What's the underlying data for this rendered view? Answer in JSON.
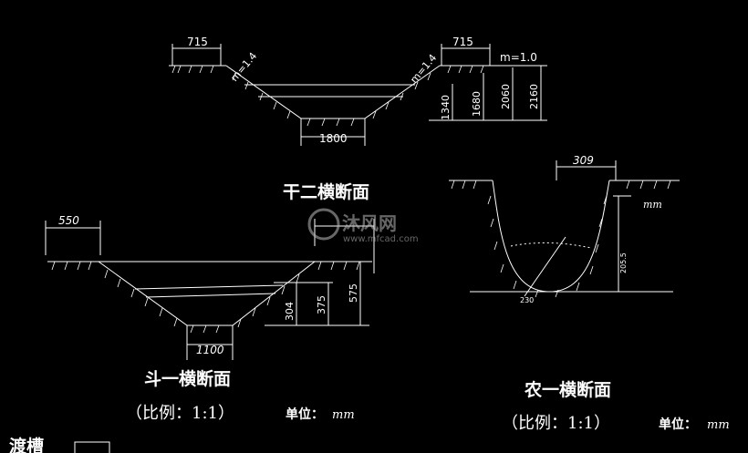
{
  "sections": {
    "gan_er": {
      "title": "干二横断面",
      "dims": {
        "top_left": "715",
        "top_right": "715",
        "bottom": "1800",
        "slope_left": "m=1.4",
        "slope_right": "m=1.4",
        "slope_outer": "m=1.0",
        "d1": "1340",
        "d2": "1680",
        "d3": "2060",
        "d4": "2160"
      }
    },
    "dou_yi": {
      "title": "斗一横断面",
      "scale": "（比例：1:1）",
      "unit_label": "单位：",
      "unit": "mm",
      "dims": {
        "top": "550",
        "bottom": "1100",
        "d1": "304",
        "d2": "375",
        "d3": "575"
      }
    },
    "nong_yi": {
      "title": "农一横断面",
      "scale": "（比例：1:1）",
      "unit_label": "单位：",
      "unit": "mm",
      "dims": {
        "top": "309",
        "radius": "230",
        "depth": "205.5",
        "small": "mm"
      }
    },
    "du_cao": {
      "title": "渡槽"
    }
  },
  "watermark": {
    "brand": "沐风网",
    "url": "www.mfcad.com"
  }
}
